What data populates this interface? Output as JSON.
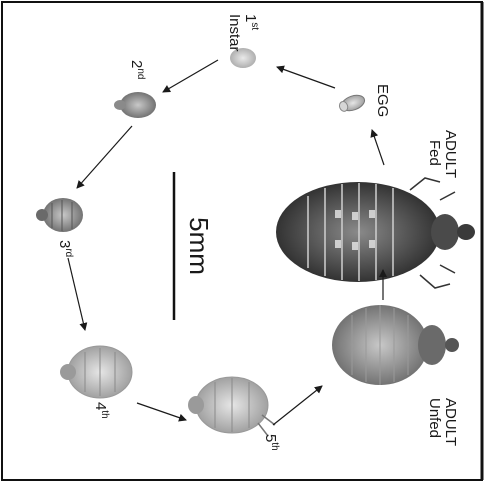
{
  "labels": {
    "first_instar_num": "1",
    "first_instar_sup": "st",
    "first_instar_word": "Instar",
    "second_num": "2",
    "second_sup": "nd",
    "third_num": "3",
    "third_sup": "rd",
    "fourth_num": "4",
    "fourth_sup": "th",
    "fifth_num": "5",
    "fifth_sup": "th",
    "egg": "EGG",
    "adult_fed_line1": "ADULT",
    "adult_fed_line2": "Fed",
    "adult_unfed_line1": "ADULT",
    "adult_unfed_line2": "Unfed",
    "scale": "5mm"
  },
  "colors": {
    "ink": "#1a1a1a",
    "bug_dark": "#3a3a3a",
    "bug_mid": "#7a7a7a",
    "bug_light": "#b8b8b8",
    "border": "#111111"
  }
}
